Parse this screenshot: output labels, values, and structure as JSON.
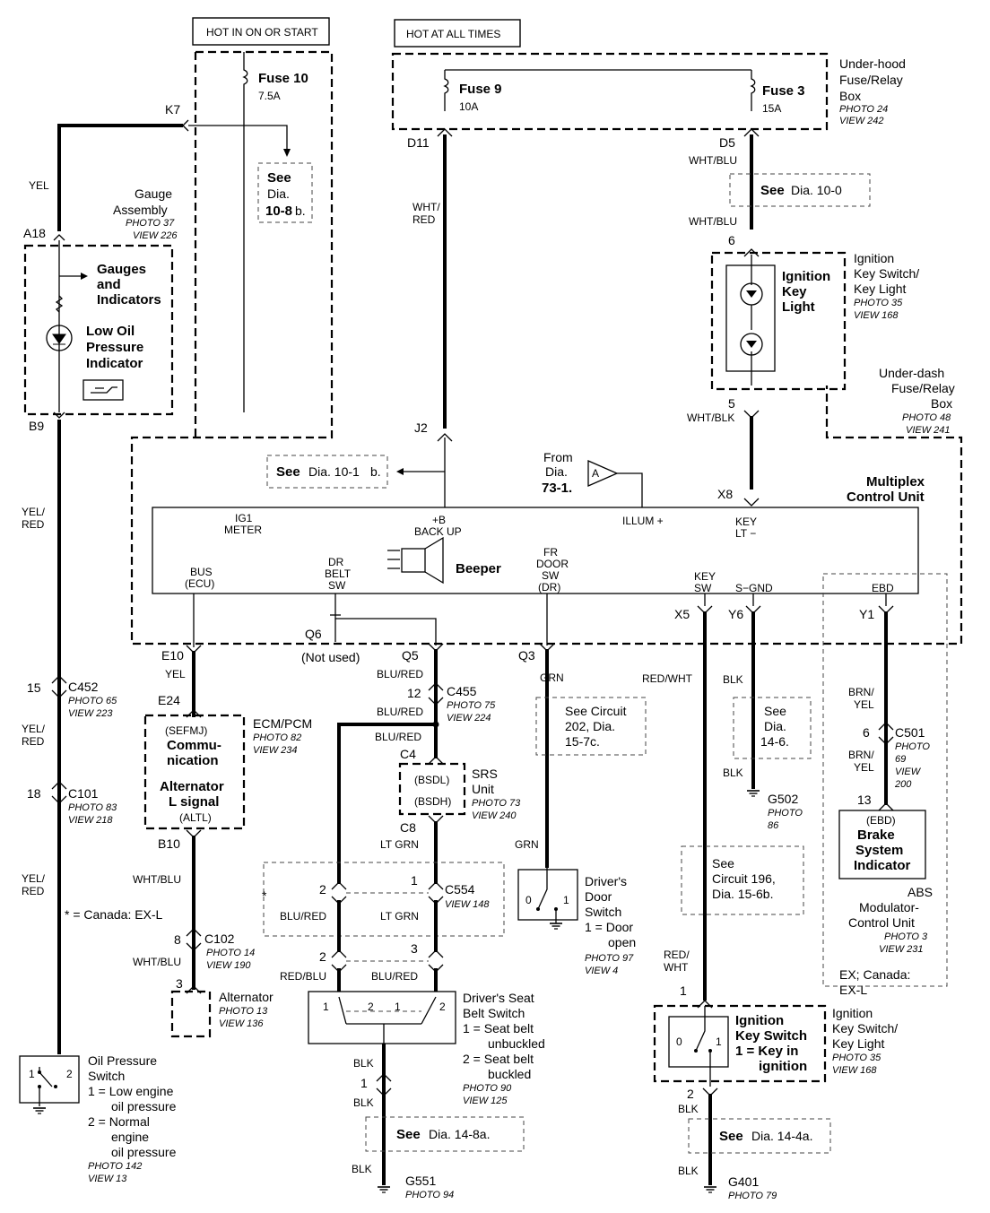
{
  "header": {
    "hot_run": "HOT IN ON OR START",
    "hot_always": "HOT AT ALL TIMES"
  },
  "fuses": {
    "f10": "Fuse 10",
    "f10_amp": "7.5A",
    "f9": "Fuse 9",
    "f9_amp": "10A",
    "f3": "Fuse 3",
    "f3_amp": "15A"
  },
  "underhood": {
    "l1": "Under-hood",
    "l2": "Fuse/Relay",
    "l3": "Box",
    "photo": "PHOTO 24",
    "view": "VIEW 242"
  },
  "underdash": {
    "l1": "Under-dash",
    "l2": "Fuse/Relay",
    "l3": "Box",
    "photo": "PHOTO 48",
    "view": "VIEW 241"
  },
  "gauge": {
    "l1": "Gauge",
    "l2": "Assembly",
    "photo": "PHOTO 37",
    "view": "VIEW 226",
    "gi1": "Gauges",
    "gi2": "and",
    "gi3": "Indicators",
    "lo1": "Low Oil",
    "lo2": "Pressure",
    "lo3": "Indicator"
  },
  "see": {
    "d108": "See",
    "d108_b": "Dia.",
    "d108_c": "10-8",
    "d108_d": "b.",
    "d100": "See",
    "d100_b": "Dia. 10-0",
    "d101": "See",
    "d101_b": "Dia. 10-1",
    "d101_c": "b.",
    "c202a": "See Circuit",
    "c202b": "202, Dia.",
    "c202c": "15-7c.",
    "d146a": "See",
    "d146b": "Dia.",
    "d146c": "14-6.",
    "c196a": "See",
    "c196b": "Circuit 196,",
    "c196c": "Dia. 15-6b.",
    "d148": "See",
    "d148_b": "Dia. 14-8a.",
    "d144": "See",
    "d144_b": "Dia. 14-4a."
  },
  "ign_key_light": {
    "l1": "Ignition",
    "l2": "Key",
    "l3": "Light",
    "r1": "Ignition",
    "r2": "Key Switch/",
    "r3": "Key Light",
    "photo": "PHOTO 35",
    "view": "VIEW 168"
  },
  "from": {
    "l1": "From",
    "l2": "Dia.",
    "l3": "73-1.",
    "tag": "A"
  },
  "mcu": {
    "l1": "Multiplex",
    "l2": "Control Unit",
    "ig1a": "IG1",
    "ig1b": "METER",
    "bua": "+B",
    "bub": "BACK UP",
    "illum": "ILLUM +",
    "keylta": "KEY",
    "keyltb": "LT −",
    "busa": "BUS",
    "busb": "(ECU)",
    "dra": "DR",
    "drb": "BELT",
    "drc": "SW",
    "beeper": "Beeper",
    "fra": "FR",
    "frb": "DOOR",
    "frc": "SW",
    "frd": "(DR)",
    "keya": "KEY",
    "keyb": "SW",
    "sgnd": "S−GND",
    "ebd": "EBD"
  },
  "pins": {
    "K7": "K7",
    "A18": "A18",
    "B9": "B9",
    "D11": "D11",
    "D5": "D5",
    "p6": "6",
    "p5": "5",
    "J2": "J2",
    "X8": "X8",
    "E10": "E10",
    "Q6": "Q6",
    "Q5": "Q5",
    "Q3": "Q3",
    "X5": "X5",
    "Y6": "Y6",
    "Y1": "Y1",
    "p15": "15",
    "p12": "12",
    "p18": "18",
    "p8": "8",
    "p3": "3",
    "p2a": "2",
    "p1a": "1",
    "p2b": "2",
    "p3b": "3",
    "p6b": "6",
    "p13": "13",
    "p1c": "1",
    "p2c": "2",
    "p1d": "1",
    "p2d": "2",
    "E24": "E24",
    "B10": "B10",
    "C4": "C4",
    "C8": "C8"
  },
  "wires": {
    "yel1": "YEL",
    "yelred1a": "YEL/",
    "yelred1b": "RED",
    "yelred2a": "YEL/",
    "yelred2b": "RED",
    "yelred3a": "YEL/",
    "yelred3b": "RED",
    "whtred_a": "WHT/",
    "whtred_b": "RED",
    "whtblu1": "WHT/BLU",
    "whtblu2": "WHT/BLU",
    "whtblk": "WHT/BLK",
    "yel2": "YEL",
    "blured1": "BLU/RED",
    "blured2": "BLU/RED",
    "blured3": "BLU/RED",
    "grn": "GRN",
    "ltgrn1": "LT GRN",
    "ltgrn2": "LT GRN",
    "redwht": "RED/WHT",
    "blk1": "BLK",
    "blk2": "BLK",
    "brnyel1a": "BRN/",
    "brnyel1b": "YEL",
    "brnyel2a": "BRN/",
    "brnyel2b": "YEL",
    "whtblu3": "WHT/BLU",
    "whtblu4": "WHT/BLU",
    "blured4": "BLU/RED",
    "redblu": "RED/BLU",
    "blured5": "BLU/RED",
    "grn2": "GRN",
    "redwht2a": "RED/",
    "redwht2b": "WHT",
    "blk3": "BLK",
    "blk4": "BLK",
    "blk5": "BLK",
    "blk6": "BLK",
    "blk7": "BLK"
  },
  "notused": "(Not used)",
  "connectors": {
    "c452": "C452",
    "c452p": "PHOTO 65",
    "c452v": "VIEW 223",
    "c455": "C455",
    "c455p": "PHOTO 75",
    "c455v": "VIEW 224",
    "c101": "C101",
    "c101p": "PHOTO 83",
    "c101v": "VIEW 218",
    "c102": "C102",
    "c102p": "PHOTO 14",
    "c102v": "VIEW 190",
    "c554": "C554",
    "c554v": "VIEW 148",
    "c501": "C501",
    "c501p": "PHOTO",
    "c501p2": "69",
    "c501v": "VIEW",
    "c501v2": "200"
  },
  "ecm": {
    "t1": "ECM/PCM",
    "photo": "PHOTO 82",
    "view": "VIEW 234",
    "a1": "(SEFMJ)",
    "a2": "Commu-",
    "a3": "nication",
    "b1": "Alternator",
    "b2": "L signal",
    "b3": "(ALTL)"
  },
  "srs": {
    "t1": "SRS",
    "t2": "Unit",
    "photo": "PHOTO 73",
    "view": "VIEW 240",
    "bsdl": "(BSDL)",
    "bsdh": "(BSDH)"
  },
  "door": {
    "l1": "Driver's",
    "l2": "Door",
    "l3": "Switch",
    "l4": "1 = Door",
    "l5": "open",
    "photo": "PHOTO 97",
    "view": "VIEW 4",
    "s0": "0",
    "s1": "1"
  },
  "g502": {
    "name": "G502",
    "photo": "PHOTO",
    "photo2": "86"
  },
  "g551": {
    "name": "G551",
    "photo": "PHOTO 94"
  },
  "g401": {
    "name": "G401",
    "photo": "PHOTO 79"
  },
  "abs": {
    "e1": "(EBD)",
    "e2": "Brake",
    "e3": "System",
    "e4": "Indicator",
    "m1": "ABS",
    "m2": "Modulator-",
    "m3": "Control Unit",
    "photo": "PHOTO 3",
    "view": "VIEW 231",
    "ex1": "EX; Canada:",
    "ex2": "EX-L"
  },
  "note": "* = Canada: EX-L",
  "star": "*",
  "alternator": {
    "name": "Alternator",
    "photo": "PHOTO 13",
    "view": "VIEW 136"
  },
  "oil": {
    "l1": "Oil Pressure",
    "l2": "Switch",
    "l3": "1 = Low engine",
    "l4": "oil pressure",
    "l5": "2 = Normal",
    "l6": "engine",
    "l7": "oil pressure",
    "photo": "PHOTO 142",
    "view": "VIEW 13",
    "s1": "1",
    "s2": "2"
  },
  "seat": {
    "l1": "Driver's Seat",
    "l2": "Belt Switch",
    "l3": "1 = Seat belt",
    "l4": "unbuckled",
    "l5": "2 = Seat belt",
    "l6": "buckled",
    "photo": "PHOTO 90",
    "view": "VIEW 125",
    "s1": "1",
    "s2": "2",
    "s3": "1",
    "s4": "2"
  },
  "ignsw": {
    "l1": "Ignition",
    "l2": "Key Switch",
    "l3": "1 = Key in",
    "l4": "ignition",
    "r1": "Ignition",
    "r2": "Key Switch/",
    "r3": "Key Light",
    "photo": "PHOTO 35",
    "view": "VIEW 168",
    "s0": "0",
    "s1": "1"
  }
}
